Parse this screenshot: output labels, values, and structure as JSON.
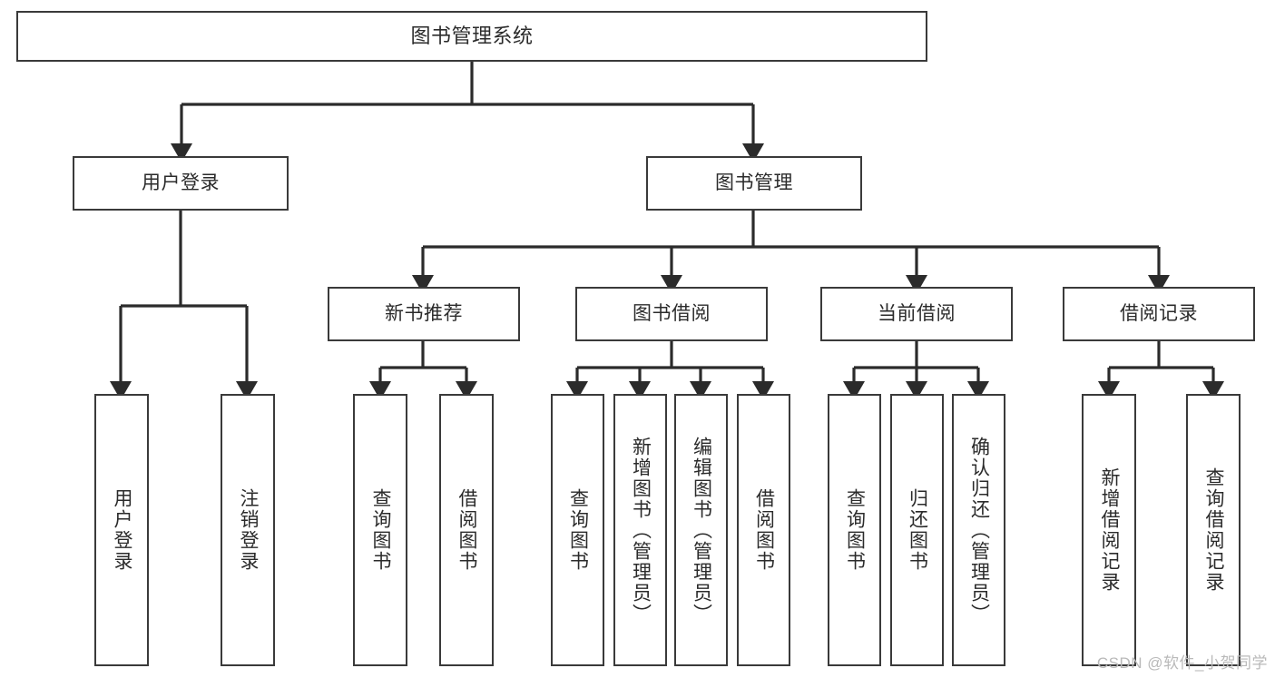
{
  "diagram": {
    "title": "图书管理系统",
    "type": "tree",
    "watermark": "CSDN @软件_小贺同学",
    "colors": {
      "box_border": "#3a3a3a",
      "box_fill": "#ffffff",
      "edge": "#2b2b2b",
      "text": "#2b2b2b",
      "background": "#ffffff",
      "watermark": "#b9b9b9"
    }
  },
  "nodes": {
    "root": {
      "label": "图书管理系统"
    },
    "level1": [
      {
        "id": "user-login",
        "label": "用户登录"
      },
      {
        "id": "book-manage",
        "label": "图书管理"
      }
    ],
    "level2": [
      {
        "id": "new-book-recommend",
        "label": "新书推荐"
      },
      {
        "id": "book-borrow",
        "label": "图书借阅"
      },
      {
        "id": "current-borrow",
        "label": "当前借阅"
      },
      {
        "id": "borrow-record",
        "label": "借阅记录"
      }
    ],
    "leaves": {
      "user-login": [
        {
          "id": "leaf-user-login",
          "label": "用户登录"
        },
        {
          "id": "leaf-logout-login",
          "label": "注销登录"
        }
      ],
      "new-book-recommend": [
        {
          "id": "leaf-query-book-1",
          "label": "查询图书"
        },
        {
          "id": "leaf-borrow-book-1",
          "label": "借阅图书"
        }
      ],
      "book-borrow": [
        {
          "id": "leaf-query-book-2",
          "label": "查询图书"
        },
        {
          "id": "leaf-add-book",
          "label": "新增图书（管理员）"
        },
        {
          "id": "leaf-edit-book",
          "label": "编辑图书（管理员）"
        },
        {
          "id": "leaf-borrow-book-2",
          "label": "借阅图书"
        }
      ],
      "current-borrow": [
        {
          "id": "leaf-query-book-3",
          "label": "查询图书"
        },
        {
          "id": "leaf-return-book",
          "label": "归还图书"
        },
        {
          "id": "leaf-confirm-return",
          "label": "确认归还（管理员）"
        }
      ],
      "borrow-record": [
        {
          "id": "leaf-add-record",
          "label": "新增借阅记录"
        },
        {
          "id": "leaf-query-record",
          "label": "查询借阅记录"
        }
      ]
    }
  },
  "edges": [
    {
      "from": "图书管理系统",
      "to": "用户登录"
    },
    {
      "from": "图书管理系统",
      "to": "图书管理"
    },
    {
      "from": "用户登录",
      "to": "用户登录"
    },
    {
      "from": "用户登录",
      "to": "注销登录"
    },
    {
      "from": "图书管理",
      "to": "新书推荐"
    },
    {
      "from": "图书管理",
      "to": "图书借阅"
    },
    {
      "from": "图书管理",
      "to": "当前借阅"
    },
    {
      "from": "图书管理",
      "to": "借阅记录"
    },
    {
      "from": "新书推荐",
      "to": "查询图书"
    },
    {
      "from": "新书推荐",
      "to": "借阅图书"
    },
    {
      "from": "图书借阅",
      "to": "查询图书"
    },
    {
      "from": "图书借阅",
      "to": "新增图书（管理员）"
    },
    {
      "from": "图书借阅",
      "to": "编辑图书（管理员）"
    },
    {
      "from": "图书借阅",
      "to": "借阅图书"
    },
    {
      "from": "当前借阅",
      "to": "查询图书"
    },
    {
      "from": "当前借阅",
      "to": "归还图书"
    },
    {
      "from": "当前借阅",
      "to": "确认归还（管理员）"
    },
    {
      "from": "借阅记录",
      "to": "新增借阅记录"
    },
    {
      "from": "借阅记录",
      "to": "查询借阅记录"
    }
  ]
}
